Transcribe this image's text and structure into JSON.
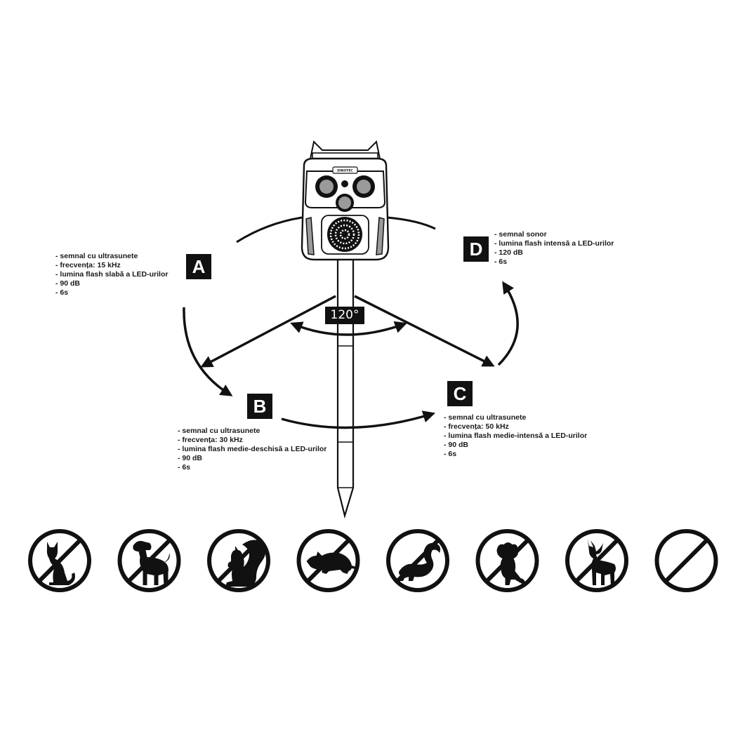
{
  "device": {
    "brand_label": "DINOTEC",
    "sweep_angle_label": "120°"
  },
  "modes": [
    {
      "id": "A",
      "specs": [
        "- semnal cu ultrasunete",
        "- frecvența: 15 kHz",
        "- lumina flash slabă a LED-urilor",
        "- 90 dB",
        "- 6s"
      ]
    },
    {
      "id": "B",
      "specs": [
        "- semnal cu ultrasunete",
        "- frecvența: 30 kHz",
        "- lumina flash medie-deschisă a LED-urilor",
        "- 90 dB",
        "- 6s"
      ]
    },
    {
      "id": "C",
      "specs": [
        "- semnal cu ultrasunete",
        "- frecvența: 50 kHz",
        "- lumina flash medie-intensă a LED-urilor",
        "- 90 dB",
        "- 6s"
      ]
    },
    {
      "id": "D",
      "specs": [
        "- semnal sonor",
        "- lumina flash intensă a LED-urilor",
        "- 120 dB",
        "- 6s"
      ]
    }
  ],
  "animals": [
    {
      "icon": "no-cat-icon"
    },
    {
      "icon": "no-dog-icon"
    },
    {
      "icon": "no-squirrel-icon"
    },
    {
      "icon": "no-rat-icon"
    },
    {
      "icon": "no-skunk-icon"
    },
    {
      "icon": "no-raccoon-icon"
    },
    {
      "icon": "no-deer-icon"
    },
    {
      "icon": "no-bird-icon"
    }
  ],
  "colors": {
    "ink": "#111111",
    "background": "#ffffff",
    "device_gray": "#9a9a9a"
  }
}
